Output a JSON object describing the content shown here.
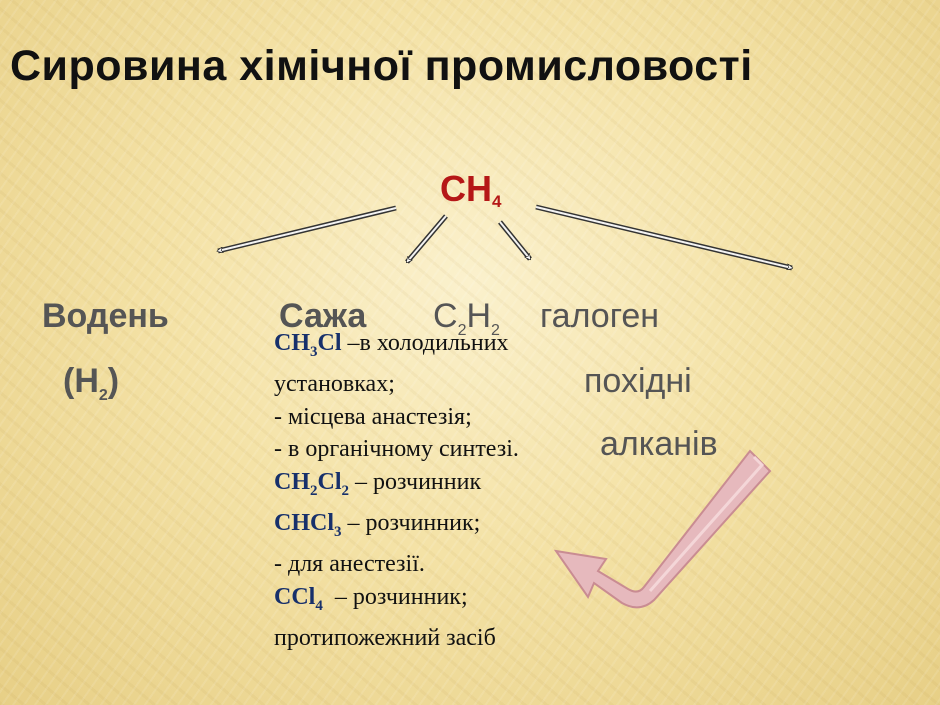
{
  "title": "Сировина хімічної промисловості",
  "center": {
    "formula": "CH",
    "sub": "4"
  },
  "products": {
    "hydrogen": {
      "name": "Водень",
      "paren_open": "(H",
      "sub": "2",
      "paren_close": ")"
    },
    "soot": "Сажа",
    "acetylene": {
      "c": "C",
      "sub1": "2",
      "h": "H",
      "sub2": "2"
    },
    "halogen": {
      "line1": "галоген",
      "line2": "похідні",
      "line3": "алканів"
    }
  },
  "description": {
    "ch3cl": {
      "formula_base": "CH",
      "formula_sub": "3",
      "formula_tail": "Cl",
      "text": " –в холодильних"
    },
    "line2": "установках;",
    "line3": "- місцева анастезія;",
    "line4": "- в органічному синтезі.",
    "ch2cl2": {
      "f1": "CH",
      "s1": "2",
      "f2": "Cl",
      "s2": "2",
      "text": " – розчинник"
    },
    "chcl3": {
      "f1": "CHCl",
      "s1": "3",
      "text": " – розчинник;"
    },
    "line7": "- для анестезії.",
    "ccl4": {
      "f1": "CCl",
      "s1": "4",
      "text": "  – розчинник;"
    },
    "line9": "протипожежний засіб"
  },
  "colors": {
    "title": "#111111",
    "methane": "#b51717",
    "label": "#555555",
    "formula": "#17306b",
    "big_arrow": "#e6b9bd"
  }
}
